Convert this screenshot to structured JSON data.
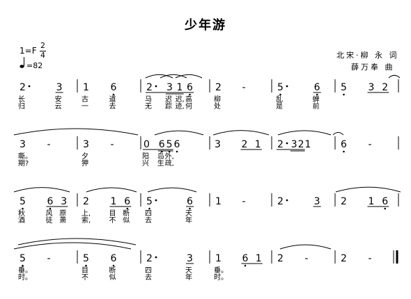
{
  "title": "少年游",
  "key": "1=F",
  "time_num": "2",
  "time_den": "4",
  "tempo": "=82",
  "lyricist": "北宋·柳 永 词",
  "composer": "薛万奉 曲",
  "systems": [
    {
      "measures": [
        [
          {
            "t": "2",
            "dot": true
          },
          {
            "t": "3",
            "u": 1
          }
        ],
        [
          {
            "t": "1"
          },
          {
            "t": "6",
            "lo": 1
          }
        ],
        [
          {
            "t": "2",
            "dot": true,
            "u": 1
          },
          {
            "t": "3",
            "u": 2
          },
          {
            "t": "1",
            "u": 2
          },
          {
            "t": "6",
            "u": 1,
            "lo": 1
          }
        ],
        [
          {
            "t": "2"
          },
          {
            "t": "-"
          }
        ],
        [
          {
            "t": "5",
            "dot": true,
            "lo": 1
          },
          {
            "t": "6",
            "u": 1,
            "lo": 1
          }
        ],
        [
          {
            "t": "5",
            "lo": 1
          },
          {
            "t": "3",
            "u": 1
          },
          {
            "t": "2",
            "u": 1
          }
        ]
      ],
      "lyrics1": [
        "长",
        "安",
        "古",
        "道",
        "马",
        "迟",
        "迟,",
        "高",
        "柳",
        "乱",
        "蝉"
      ],
      "lyrics2": [
        "归",
        "云",
        "一",
        "去",
        "无",
        "踪",
        "迹,",
        "何",
        "处",
        "是",
        "前"
      ]
    },
    {
      "measures": [
        [
          {
            "t": "3"
          },
          {
            "t": "-"
          }
        ],
        [
          {
            "t": "3"
          },
          {
            "t": "-"
          }
        ],
        [
          {
            "t": "0",
            "u": 1
          },
          {
            "t": "6",
            "u": 2,
            "lo": 1
          },
          {
            "t": "5",
            "u": 2,
            "lo": 1
          },
          {
            "t": "6",
            "lo": 1
          }
        ],
        [
          {
            "t": "3"
          },
          {
            "t": "2",
            "u": 1
          },
          {
            "t": "1",
            "u": 1
          }
        ],
        [
          {
            "t": "2",
            "dot": true,
            "u": 1
          },
          {
            "t": "3",
            "u": 2
          },
          {
            "t": "2",
            "u": 2
          },
          {
            "t": "1"
          }
        ],
        [
          {
            "t": "6",
            "lo": 1
          },
          {
            "t": "-"
          }
        ]
      ],
      "lyrics1": [
        "嘶。",
        "夕",
        "阳",
        "岛",
        "外,"
      ],
      "lyrics2": [
        "期?",
        "狎",
        "兴",
        "生",
        "疏,"
      ]
    },
    {
      "measures": [
        [
          {
            "t": "5",
            "lo": 1
          },
          {
            "t": "6",
            "u": 1,
            "lo": 1
          },
          {
            "t": "3",
            "u": 1
          }
        ],
        [
          {
            "t": "2"
          },
          {
            "t": "1",
            "u": 1
          },
          {
            "t": "6",
            "u": 1,
            "lo": 1
          }
        ],
        [
          {
            "t": "5",
            "dot": true,
            "lo": 1
          },
          {
            "t": "6",
            "u": 1,
            "lo": 1
          }
        ],
        [
          {
            "t": "1"
          },
          {
            "t": "-"
          }
        ],
        [
          {
            "t": "2",
            "dot": true
          },
          {
            "t": "3",
            "u": 1
          }
        ],
        [
          {
            "t": "2"
          },
          {
            "t": "1",
            "u": 1
          },
          {
            "t": "6",
            "u": 1,
            "lo": 1
          }
        ]
      ],
      "lyrics1": [
        "秋",
        "风",
        "原",
        "上,",
        "目",
        "断",
        "四",
        "天"
      ],
      "lyrics2": [
        "酒",
        "徒",
        "萧",
        "索,",
        "不",
        "似",
        "去",
        "年"
      ]
    },
    {
      "measures": [
        [
          {
            "t": "5",
            "lo": 1
          },
          {
            "t": "-"
          }
        ],
        [
          {
            "t": "5",
            "lo": 1
          },
          {
            "t": "6",
            "lo": 1
          }
        ],
        [
          {
            "t": "2",
            "dot": true
          },
          {
            "t": "3",
            "u": 1
          }
        ],
        [
          {
            "t": "1"
          },
          {
            "t": "6",
            "u": 1,
            "lo": 1
          },
          {
            "t": "1",
            "u": 1
          }
        ],
        [
          {
            "t": "2"
          },
          {
            "t": "-"
          }
        ],
        [
          {
            "t": "2"
          },
          {
            "t": "-"
          }
        ]
      ],
      "lyrics1": [
        "垂。",
        "目",
        "断",
        "四",
        "天",
        "垂。"
      ],
      "lyrics2": [
        "时。",
        "不",
        "似",
        "去",
        "年",
        "时。"
      ]
    }
  ]
}
